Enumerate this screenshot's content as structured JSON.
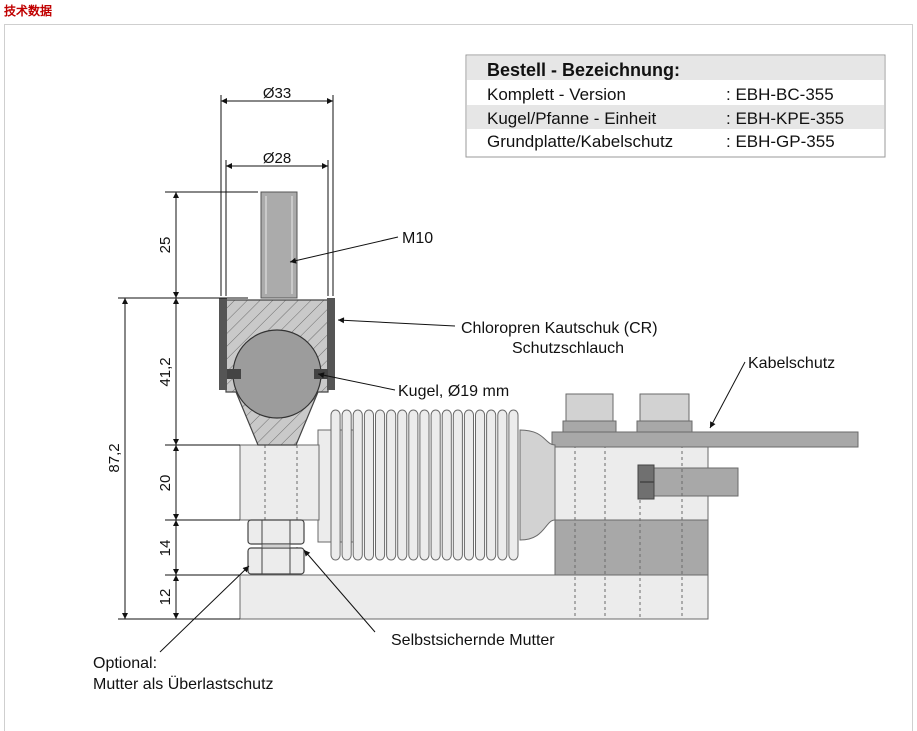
{
  "header": {
    "title": "技术数据"
  },
  "order_table": {
    "title": "Bestell - Bezeichnung:",
    "rows": [
      {
        "label": "Komplett - Version",
        "code": ": EBH-BC-355"
      },
      {
        "label": "Kugel/Pfanne - Einheit",
        "code": ": EBH-KPE-355"
      },
      {
        "label": "Grundplatte/Kabelschutz",
        "code": ": EBH-GP-355"
      }
    ]
  },
  "dimensions": {
    "d33": "Ø33",
    "d28": "Ø28",
    "h25": "25",
    "h41": "41,2",
    "h87": "87,2",
    "h20": "20",
    "h14": "14",
    "h12": "12"
  },
  "labels": {
    "m10": "M10",
    "cr_line1": "Chloropren Kautschuk (CR)",
    "cr_line2": "Schutzschlauch",
    "ball": "Kugel, Ø19 mm",
    "cable_guard": "Kabelschutz",
    "nut": "Selbstsichernde Mutter",
    "optional_line1": "Optional:",
    "optional_line2": "Mutter als Überlastschutz"
  },
  "colors": {
    "header": "#c00000",
    "light_part": "#ececec",
    "mid_part": "#d2d2d2",
    "dark_part": "#a8a8a8",
    "ball": "#9c9c9c",
    "rubber": "#555555",
    "table_row_shade": "#e6e6e6"
  }
}
